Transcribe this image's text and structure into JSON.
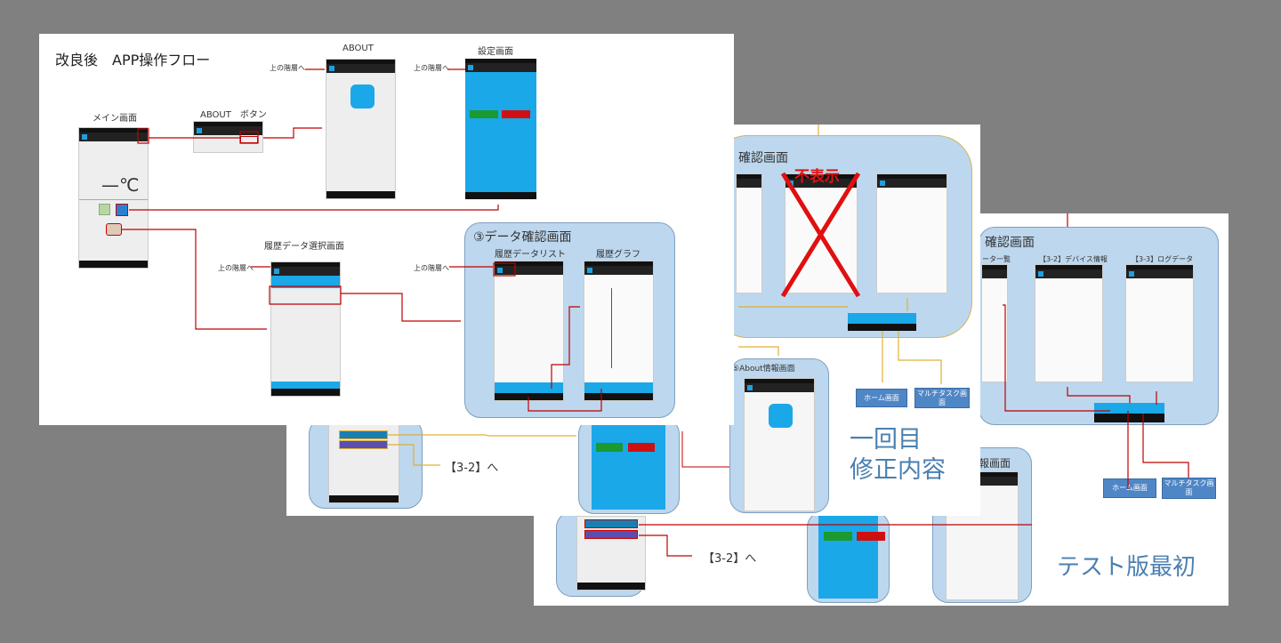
{
  "front": {
    "title": "改良後　APP操作フロー",
    "main_screen": "メイン画面",
    "temp": "—℃",
    "about_button": "ABOUT　ボタン",
    "about": "ABOUT",
    "settings": "設定画面",
    "history_select": "履歴データ選択画面",
    "up": "上の階層へ",
    "data_check": "③データ確認画面",
    "history_list": "履歴データリスト",
    "history_graph": "履歴グラフ"
  },
  "middle": {
    "check": "確認画面",
    "hidden": "不表示",
    "about_info": "⑤About情報画面",
    "home": "ホーム画面",
    "multitask": "マルチタスク画面",
    "goto32": "【3-2】へ",
    "big1": "一回目",
    "big2": "修正内容"
  },
  "back": {
    "check": "確認画面",
    "list": "ータ一覧",
    "device": "【3-2】デバイス情報",
    "log": "【3-3】ログデータ",
    "home": "ホーム画面",
    "multitask": "マルチタスク画面",
    "goto32": "【3-2】へ",
    "about": "報画面",
    "big": "テスト版最初"
  },
  "colors": {
    "bg": "#808080",
    "panel": "#bdd7ee",
    "app_blue": "#1aa8e8",
    "arrow_red": "#c00000",
    "arrow_yellow": "#e0b030"
  }
}
